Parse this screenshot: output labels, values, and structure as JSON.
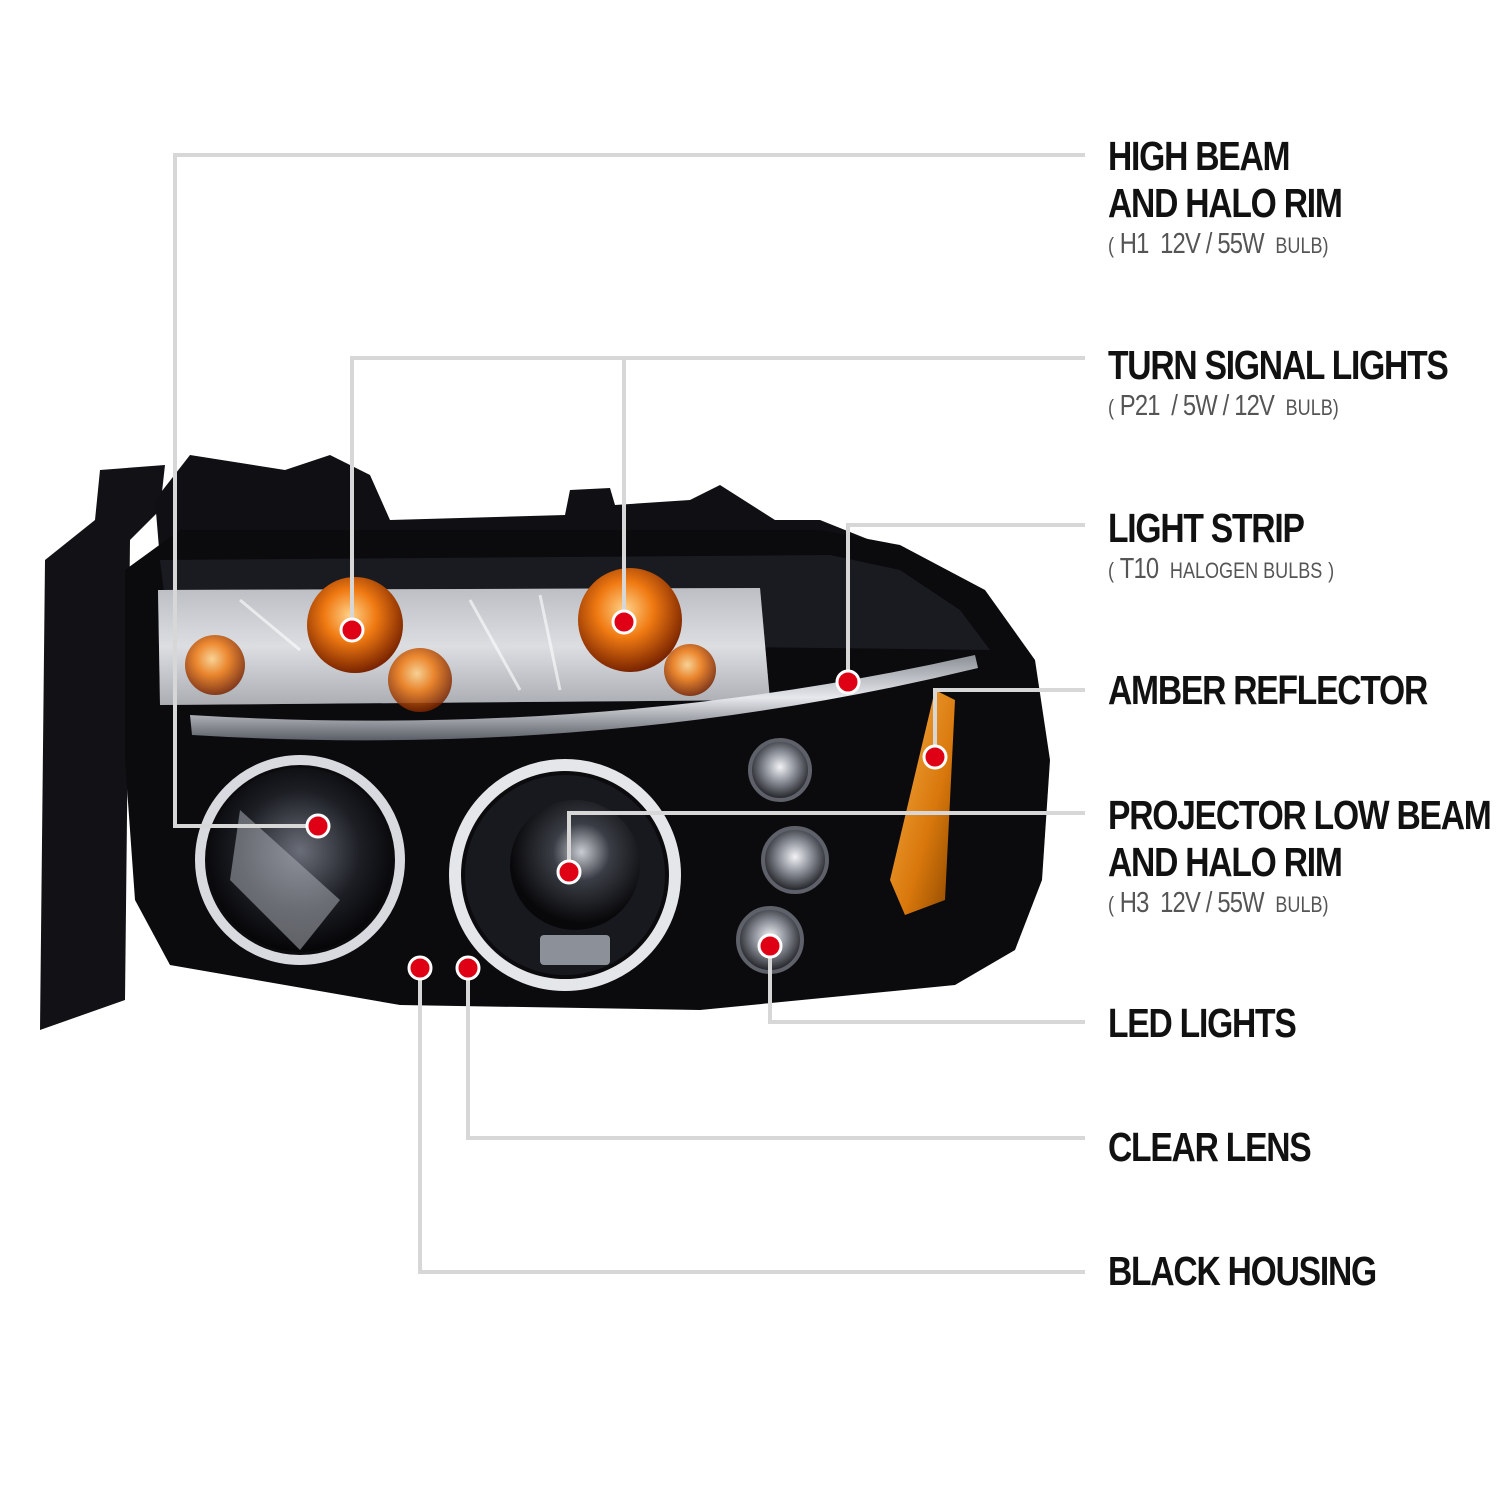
{
  "theme": {
    "leader_line_color": "#d7d7d7",
    "marker_color": "#e00016",
    "housing_color": "#0b0b0e",
    "amber_color": "#e28a1a"
  },
  "callouts": [
    {
      "id": "high-beam",
      "title_lines": [
        "HIGH BEAM",
        "AND HALO RIM"
      ],
      "spec": {
        "open": "(",
        "code": "H1",
        "rating": "12V / 55W",
        "unit": "BULB",
        "close": ")"
      }
    },
    {
      "id": "turn-signal",
      "title_lines": [
        "TURN SIGNAL LIGHTS"
      ],
      "spec": {
        "open": "(",
        "code": "P21",
        "rating": "/ 5W / 12V",
        "unit": "BULB",
        "close": ")"
      }
    },
    {
      "id": "light-strip",
      "title_lines": [
        "LIGHT STRIP"
      ],
      "spec": {
        "open": "(",
        "code": "T10",
        "rating": "",
        "unit": "HALOGEN BULBS",
        "close": ")"
      }
    },
    {
      "id": "amber-reflector",
      "title_lines": [
        "AMBER REFLECTOR"
      ]
    },
    {
      "id": "projector-low-beam",
      "title_lines": [
        "PROJECTOR LOW BEAM",
        "AND HALO RIM"
      ],
      "spec": {
        "open": "(",
        "code": "H3",
        "rating": "12V / 55W",
        "unit": "BULB",
        "close": ")"
      }
    },
    {
      "id": "led-lights",
      "title_lines": [
        "LED LIGHTS"
      ]
    },
    {
      "id": "clear-lens",
      "title_lines": [
        "CLEAR LENS"
      ]
    },
    {
      "id": "black-housing",
      "title_lines": [
        "BLACK HOUSING"
      ]
    }
  ]
}
